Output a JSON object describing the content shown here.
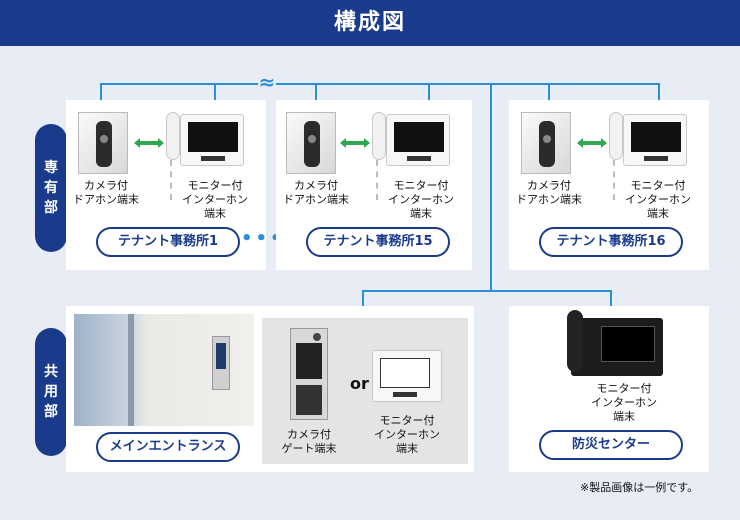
{
  "header": {
    "title": "構成図"
  },
  "sections": {
    "private": {
      "label_lines": [
        "専",
        "有",
        "部"
      ]
    },
    "common": {
      "label_lines": [
        "共",
        "用",
        "部"
      ]
    }
  },
  "devices": {
    "door_camera": [
      "カメラ付",
      "ドアホン端末"
    ],
    "monitor": [
      "モニター付",
      "インターホン",
      "端末"
    ],
    "gate_camera": [
      "カメラ付",
      "ゲート端末"
    ]
  },
  "tenants": [
    {
      "label": "テナント事務所1"
    },
    {
      "label": "テナント事務所15"
    },
    {
      "label": "テナント事務所16"
    }
  ],
  "common_areas": {
    "entrance": {
      "label": "メインエントランス"
    },
    "disaster": {
      "label": "防災センター"
    }
  },
  "or_label": "or",
  "break_mark": "≈",
  "footnote": "※製品画像は一例です。",
  "colors": {
    "navy": "#1a3b8c",
    "line": "#2a8ed8",
    "arrow": "#2fa84f"
  }
}
